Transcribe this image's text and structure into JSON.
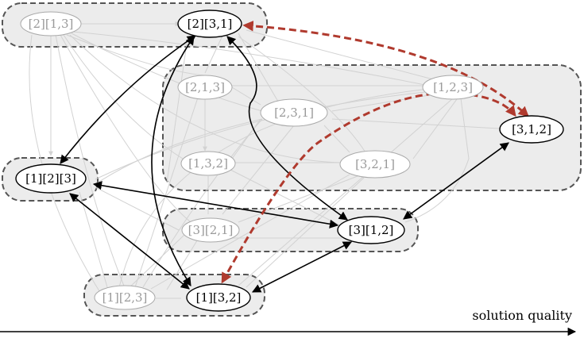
{
  "nodes": {
    "n_2_13": "[2][1,3]",
    "n_2_31": "[2][3,1]",
    "n_213": "[2,1,3]",
    "n_231": "[2,3,1]",
    "n_123": "[1,2,3]",
    "n_312": "[3,1,2]",
    "n_132": "[1,3,2]",
    "n_321": "[3,2,1]",
    "n_1_2_3": "[1][2][3]",
    "n_3_21": "[3][2,1]",
    "n_3_12": "[3][1,2]",
    "n_1_23": "[1][2,3]",
    "n_1_32": "[1][3,2]"
  },
  "axis": {
    "label": "solution quality"
  },
  "colors": {
    "group_fill": "#ececec",
    "group_stroke": "#555555",
    "highlight_red": "#b03a2e",
    "faded_text": "#9a9a9a"
  }
}
